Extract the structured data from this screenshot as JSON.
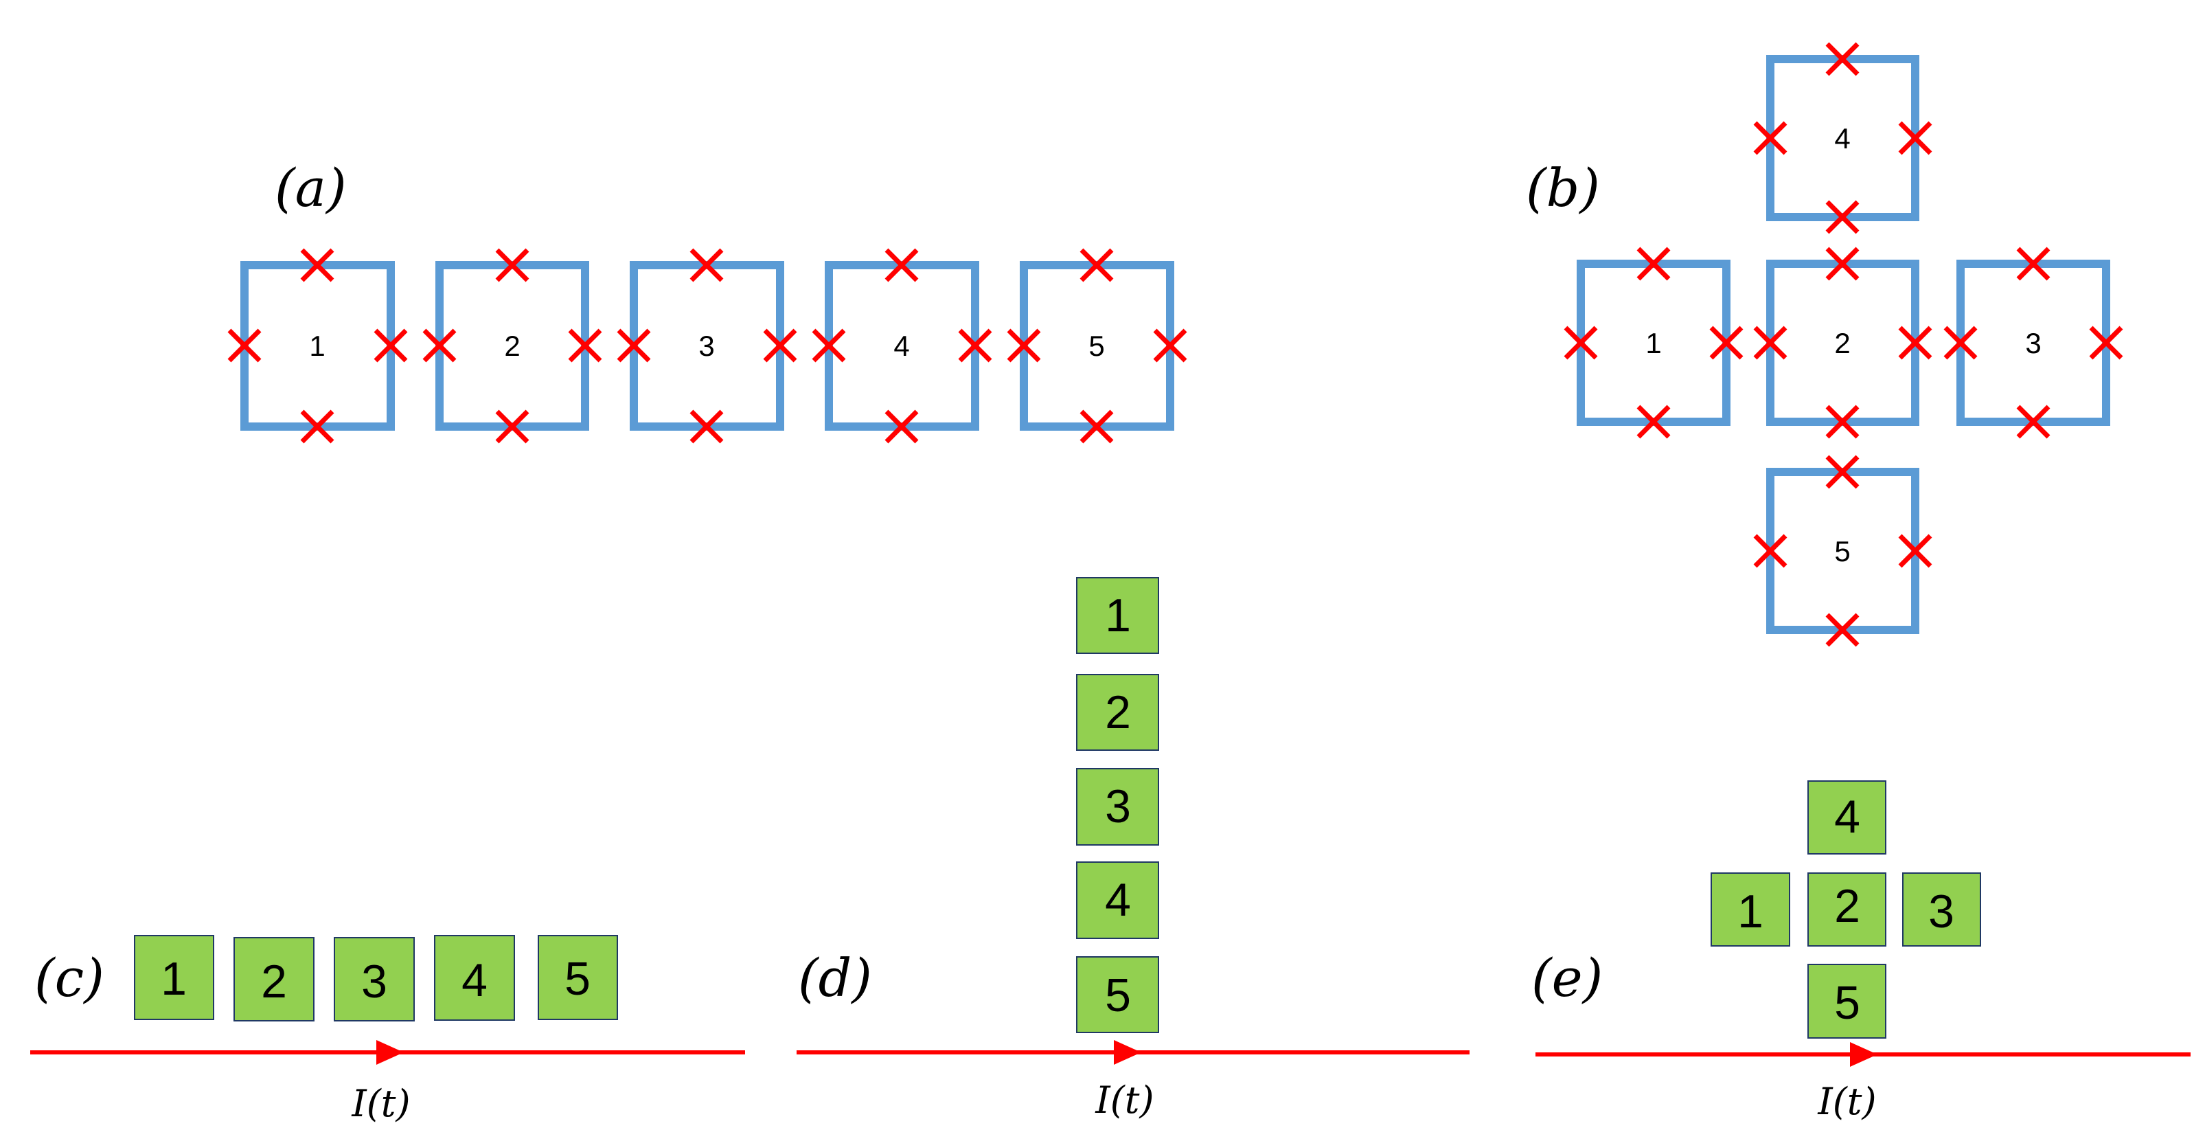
{
  "colors": {
    "loop_stroke": "#5b9bd5",
    "junction_cross": "#ff0000",
    "block_fill": "#92d050",
    "block_stroke": "#1f3864",
    "current_line": "#ff0000"
  },
  "panels": {
    "a": {
      "label": "(a)",
      "cells": [
        "1",
        "2",
        "3",
        "4",
        "5"
      ]
    },
    "b": {
      "label": "(b)",
      "cells": [
        "4",
        "1",
        "2",
        "3",
        "5"
      ]
    },
    "c": {
      "label": "(c)",
      "blocks": [
        "1",
        "2",
        "3",
        "4",
        "5"
      ],
      "current": "I(t)"
    },
    "d": {
      "label": "(d)",
      "blocks": [
        "1",
        "2",
        "3",
        "4",
        "5"
      ],
      "current": "I(t)"
    },
    "e": {
      "label": "(e)",
      "blocks": [
        "4",
        "1",
        "2",
        "3",
        "5"
      ],
      "current": "I(t)"
    }
  }
}
